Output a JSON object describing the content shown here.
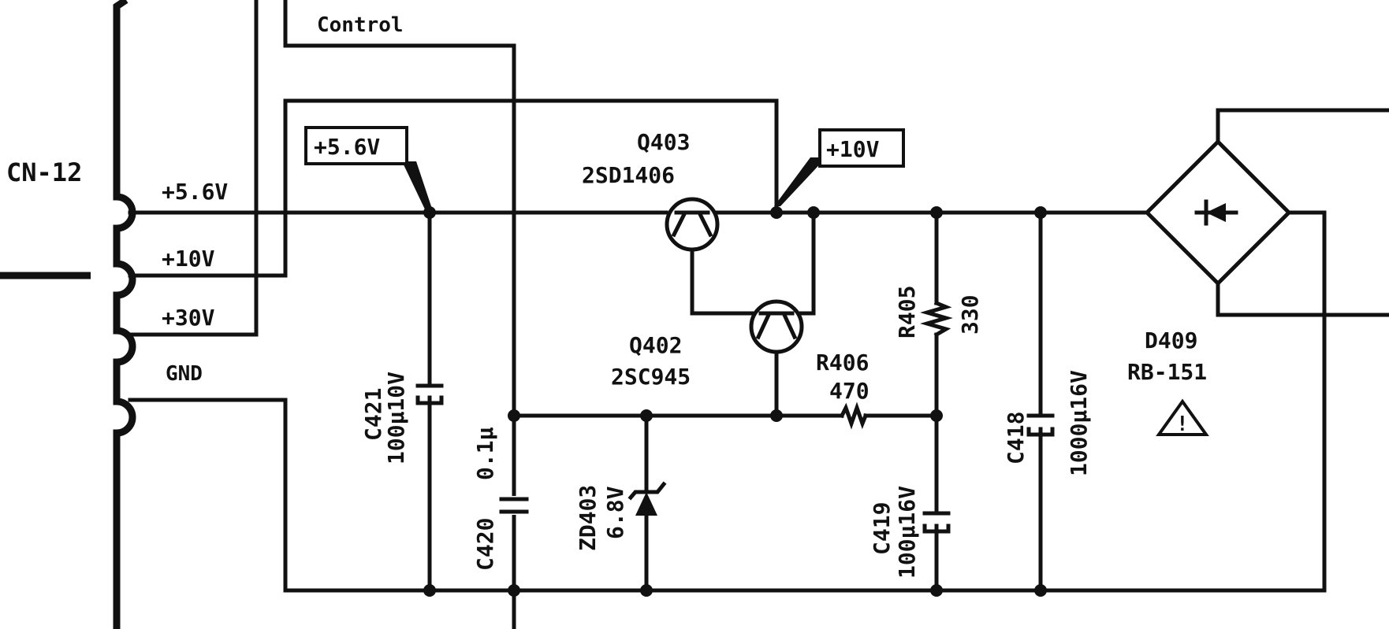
{
  "connector": {
    "name": "CN-12",
    "pins": [
      "+5.6V",
      "+10V",
      "+30V",
      "GND"
    ]
  },
  "signals": {
    "control": "Control"
  },
  "tags": {
    "v56": "+5.6V",
    "v10": "+10V"
  },
  "transistors": {
    "q403": {
      "ref": "Q403",
      "part": "2SD1406"
    },
    "q402": {
      "ref": "Q402",
      "part": "2SC945"
    }
  },
  "resistors": {
    "r405": {
      "ref": "R405",
      "value": "330"
    },
    "r406": {
      "ref": "R406",
      "value": "470"
    }
  },
  "capacitors": {
    "c421": {
      "ref": "C421",
      "value": "100µ10V"
    },
    "c420": {
      "ref": "C420",
      "value": "0.1µ"
    },
    "c419": {
      "ref": "C419",
      "value": "100µ16V"
    },
    "c418": {
      "ref": "C418",
      "value": "1000µ16V"
    }
  },
  "zener": {
    "ref": "ZD403",
    "value": "6.8V"
  },
  "bridge": {
    "ref": "D409",
    "part": "RB-151",
    "warning": "!"
  }
}
